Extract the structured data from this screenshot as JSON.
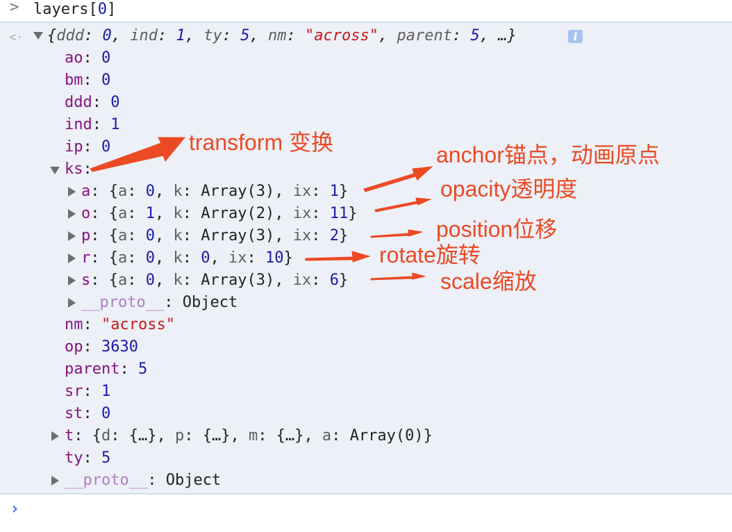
{
  "command": {
    "text_pre": "layers[",
    "index": "0",
    "text_post": "]"
  },
  "summary": [
    [
      "p",
      "{"
    ],
    [
      "g",
      "ddd"
    ],
    [
      "p",
      ": "
    ],
    [
      "n",
      "0"
    ],
    [
      "p",
      ", "
    ],
    [
      "g",
      "ind"
    ],
    [
      "p",
      ": "
    ],
    [
      "n",
      "1"
    ],
    [
      "p",
      ", "
    ],
    [
      "g",
      "ty"
    ],
    [
      "p",
      ": "
    ],
    [
      "n",
      "5"
    ],
    [
      "p",
      ", "
    ],
    [
      "g",
      "nm"
    ],
    [
      "p",
      ": "
    ],
    [
      "s",
      "\"across\""
    ],
    [
      "p",
      ", "
    ],
    [
      "g",
      "parent"
    ],
    [
      "p",
      ": "
    ],
    [
      "n",
      "5"
    ],
    [
      "p",
      ", …}"
    ]
  ],
  "rows": [
    {
      "level": 1,
      "tri": "",
      "seg": [
        [
          "k",
          "ao"
        ],
        [
          "p",
          ": "
        ],
        [
          "n",
          "0"
        ]
      ]
    },
    {
      "level": 1,
      "tri": "",
      "seg": [
        [
          "k",
          "bm"
        ],
        [
          "p",
          ": "
        ],
        [
          "n",
          "0"
        ]
      ]
    },
    {
      "level": 1,
      "tri": "",
      "seg": [
        [
          "k",
          "ddd"
        ],
        [
          "p",
          ": "
        ],
        [
          "n",
          "0"
        ]
      ]
    },
    {
      "level": 1,
      "tri": "",
      "seg": [
        [
          "k",
          "ind"
        ],
        [
          "p",
          ": "
        ],
        [
          "n",
          "1"
        ]
      ]
    },
    {
      "level": 1,
      "tri": "",
      "seg": [
        [
          "k",
          "ip"
        ],
        [
          "p",
          ": "
        ],
        [
          "n",
          "0"
        ]
      ]
    },
    {
      "level": 1,
      "tri": "down",
      "seg": [
        [
          "k",
          "ks"
        ],
        [
          "p",
          ":"
        ]
      ]
    },
    {
      "level": 2,
      "tri": "right",
      "seg": [
        [
          "k",
          "a"
        ],
        [
          "p",
          ": {"
        ],
        [
          "g",
          "a"
        ],
        [
          "p",
          ": "
        ],
        [
          "n",
          "0"
        ],
        [
          "p",
          ", "
        ],
        [
          "g",
          "k"
        ],
        [
          "p",
          ": Array(3), "
        ],
        [
          "g",
          "ix"
        ],
        [
          "p",
          ": "
        ],
        [
          "n",
          "1"
        ],
        [
          "p",
          "}"
        ]
      ]
    },
    {
      "level": 2,
      "tri": "right",
      "seg": [
        [
          "k",
          "o"
        ],
        [
          "p",
          ": {"
        ],
        [
          "g",
          "a"
        ],
        [
          "p",
          ": "
        ],
        [
          "n",
          "1"
        ],
        [
          "p",
          ", "
        ],
        [
          "g",
          "k"
        ],
        [
          "p",
          ": Array(2), "
        ],
        [
          "g",
          "ix"
        ],
        [
          "p",
          ": "
        ],
        [
          "n",
          "11"
        ],
        [
          "p",
          "}"
        ]
      ]
    },
    {
      "level": 2,
      "tri": "right",
      "seg": [
        [
          "k",
          "p"
        ],
        [
          "p",
          ": {"
        ],
        [
          "g",
          "a"
        ],
        [
          "p",
          ": "
        ],
        [
          "n",
          "0"
        ],
        [
          "p",
          ", "
        ],
        [
          "g",
          "k"
        ],
        [
          "p",
          ": Array(3), "
        ],
        [
          "g",
          "ix"
        ],
        [
          "p",
          ": "
        ],
        [
          "n",
          "2"
        ],
        [
          "p",
          "}"
        ]
      ]
    },
    {
      "level": 2,
      "tri": "right",
      "seg": [
        [
          "k",
          "r"
        ],
        [
          "p",
          ": {"
        ],
        [
          "g",
          "a"
        ],
        [
          "p",
          ": "
        ],
        [
          "n",
          "0"
        ],
        [
          "p",
          ", "
        ],
        [
          "g",
          "k"
        ],
        [
          "p",
          ": "
        ],
        [
          "n",
          "0"
        ],
        [
          "p",
          ", "
        ],
        [
          "g",
          "ix"
        ],
        [
          "p",
          ": "
        ],
        [
          "n",
          "10"
        ],
        [
          "p",
          "}"
        ]
      ]
    },
    {
      "level": 2,
      "tri": "right",
      "seg": [
        [
          "k",
          "s"
        ],
        [
          "p",
          ": {"
        ],
        [
          "g",
          "a"
        ],
        [
          "p",
          ": "
        ],
        [
          "n",
          "0"
        ],
        [
          "p",
          ", "
        ],
        [
          "g",
          "k"
        ],
        [
          "p",
          ": Array(3), "
        ],
        [
          "g",
          "ix"
        ],
        [
          "p",
          ": "
        ],
        [
          "n",
          "6"
        ],
        [
          "p",
          "}"
        ]
      ]
    },
    {
      "level": 2,
      "tri": "right",
      "seg": [
        [
          "pk",
          "__proto__"
        ],
        [
          "p",
          ": Object"
        ]
      ]
    },
    {
      "level": 1,
      "tri": "",
      "seg": [
        [
          "k",
          "nm"
        ],
        [
          "p",
          ": "
        ],
        [
          "s",
          "\"across\""
        ]
      ]
    },
    {
      "level": 1,
      "tri": "",
      "seg": [
        [
          "k",
          "op"
        ],
        [
          "p",
          ": "
        ],
        [
          "n",
          "3630"
        ]
      ]
    },
    {
      "level": 1,
      "tri": "",
      "seg": [
        [
          "k",
          "parent"
        ],
        [
          "p",
          ": "
        ],
        [
          "n",
          "5"
        ]
      ]
    },
    {
      "level": 1,
      "tri": "",
      "seg": [
        [
          "k",
          "sr"
        ],
        [
          "p",
          ": "
        ],
        [
          "n",
          "1"
        ]
      ]
    },
    {
      "level": 1,
      "tri": "",
      "seg": [
        [
          "k",
          "st"
        ],
        [
          "p",
          ": "
        ],
        [
          "n",
          "0"
        ]
      ]
    },
    {
      "level": 1,
      "tri": "right",
      "seg": [
        [
          "k",
          "t"
        ],
        [
          "p",
          ": {"
        ],
        [
          "g",
          "d"
        ],
        [
          "p",
          ": {…}, "
        ],
        [
          "g",
          "p"
        ],
        [
          "p",
          ": {…}, "
        ],
        [
          "g",
          "m"
        ],
        [
          "p",
          ": {…}, "
        ],
        [
          "g",
          "a"
        ],
        [
          "p",
          ": Array(0)}"
        ]
      ]
    },
    {
      "level": 1,
      "tri": "",
      "seg": [
        [
          "k",
          "ty"
        ],
        [
          "p",
          ": "
        ],
        [
          "n",
          "5"
        ]
      ]
    },
    {
      "level": 1,
      "tri": "right",
      "seg": [
        [
          "pk",
          "__proto__"
        ],
        [
          "p",
          ": Object"
        ]
      ]
    }
  ],
  "annotations": {
    "transform": "transform 变换",
    "anchor": "anchor锚点，动画原点",
    "opacity": "opacity透明度",
    "position": "position位移",
    "rotate": "rotate旋转",
    "scale": "scale缩放"
  },
  "info_icon": "i",
  "colors": {
    "annotation": "#ea4a24",
    "background": "#edf0f7"
  }
}
